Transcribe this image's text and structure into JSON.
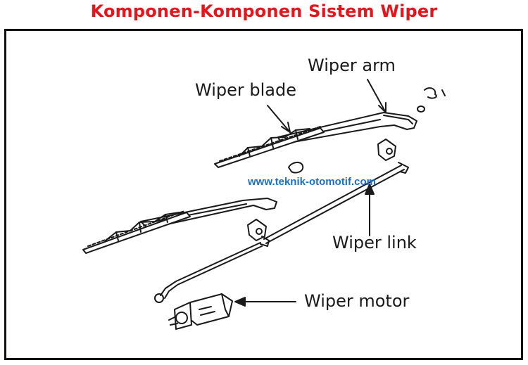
{
  "title": "Komponen-Komponen Sistem Wiper",
  "watermark": "www.teknik-otomotif.com",
  "labels": {
    "wiper_arm": "Wiper arm",
    "wiper_blade": "Wiper blade",
    "wiper_link": "Wiper link",
    "wiper_motor": "Wiper motor"
  },
  "colors": {
    "title": "#e8141c",
    "watermark": "#1f6fbf",
    "line": "#1a1a1a"
  }
}
